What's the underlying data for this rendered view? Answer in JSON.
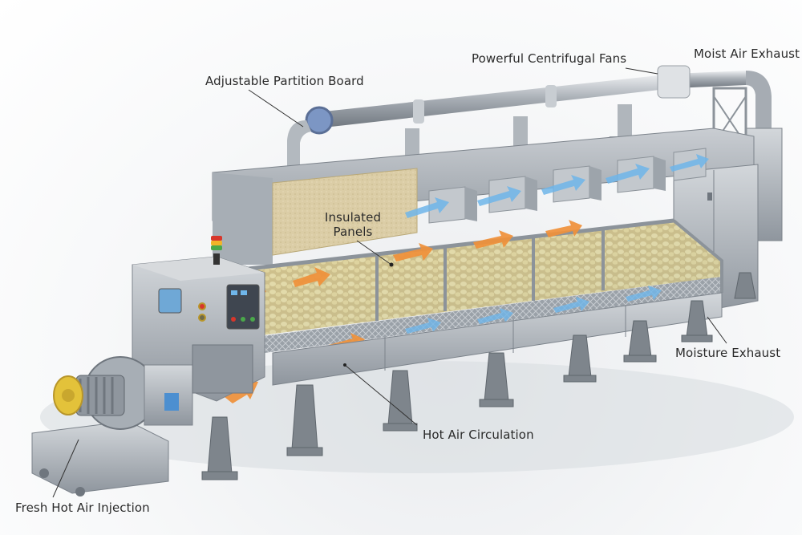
{
  "diagram": {
    "subject": "Continuous belt hot-air dryer (cutaway)",
    "labels": {
      "fans": "Powerful Centrifugal Fans",
      "moist_air_exhaust": "Moist Air Exhaust",
      "partition": "Adjustable Partition Board",
      "insulated_line1": "Insulated",
      "insulated_line2": "Panels",
      "moisture_exhaust": "Moisture Exhaust",
      "hot_air_circulation": "Hot Air Circulation",
      "fresh_hot_air": "Fresh Hot Air Injection"
    },
    "colors": {
      "steel": "#b9bec4",
      "steel_dark": "#7c838b",
      "hot_arrow": "#f0913a",
      "cool_arrow": "#6fb6ea",
      "product": "#e3cf86",
      "insulation": "#d8c9a0",
      "motor_cap": "#e3c23a",
      "beacon_red": "#d7362b",
      "beacon_amber": "#f0b429",
      "beacon_green": "#4aa84a"
    }
  }
}
